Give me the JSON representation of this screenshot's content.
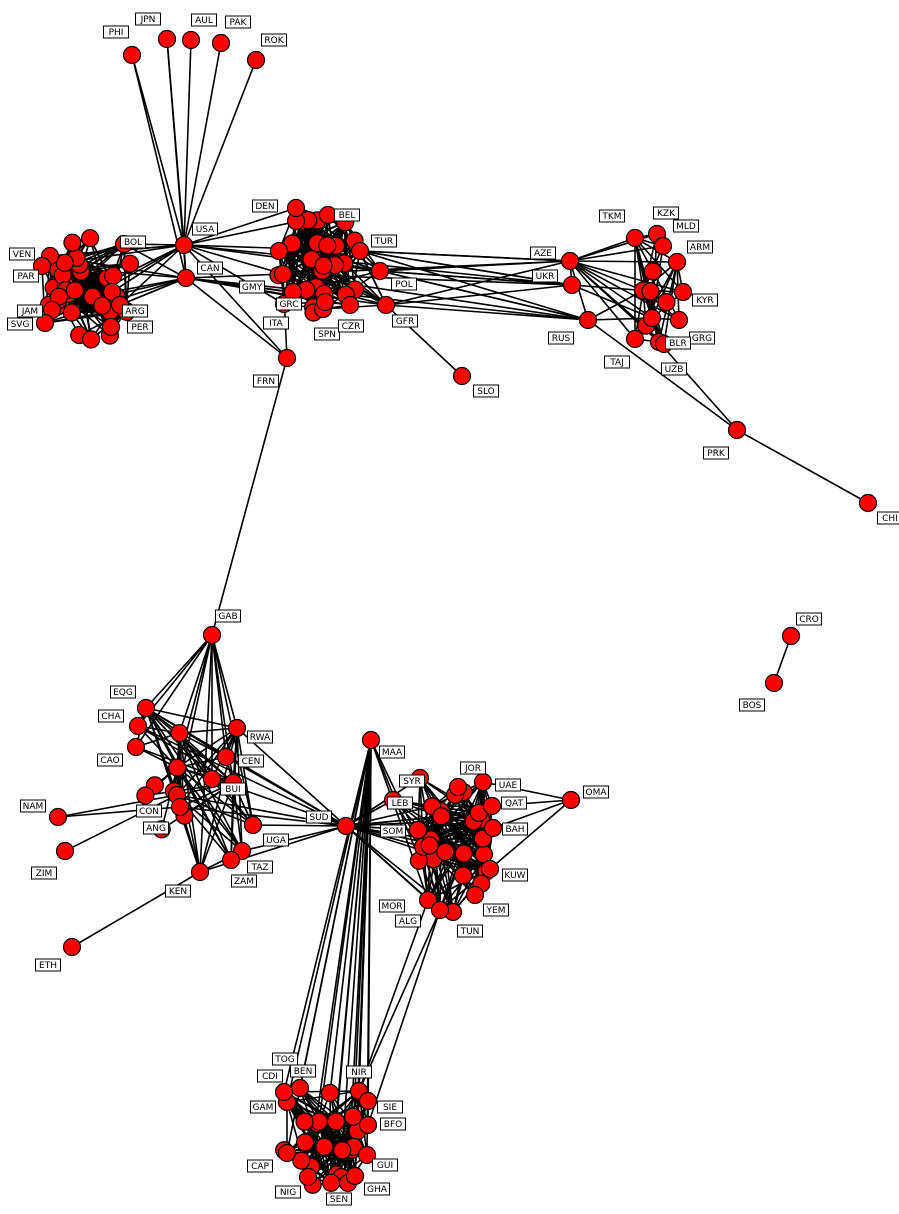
{
  "graph": {
    "type": "network",
    "node_color": "#ff0000",
    "edge_color": "#000000",
    "label_box_color": "#ffffff",
    "nodes": [
      {
        "id": "PHI",
        "label": "PHI"
      },
      {
        "id": "JPN",
        "label": "JPN"
      },
      {
        "id": "AUL",
        "label": "AUL"
      },
      {
        "id": "PAK",
        "label": "PAK"
      },
      {
        "id": "ROK",
        "label": "ROK"
      },
      {
        "id": "USA",
        "label": "USA"
      },
      {
        "id": "CAN",
        "label": "CAN"
      },
      {
        "id": "BOL",
        "label": "BOL"
      },
      {
        "id": "ARG",
        "label": "ARG"
      },
      {
        "id": "VEN",
        "label": "VEN"
      },
      {
        "id": "PER",
        "label": "PER"
      },
      {
        "id": "JAM",
        "label": "JAM"
      },
      {
        "id": "SVG",
        "label": "SVG"
      },
      {
        "id": "PAR",
        "label": "PAR"
      },
      {
        "id": "GMY",
        "label": "GMY"
      },
      {
        "id": "TUR",
        "label": "TUR"
      },
      {
        "id": "POL",
        "label": "POL"
      },
      {
        "id": "GFR",
        "label": "GFR"
      },
      {
        "id": "SPN",
        "label": "SPN"
      },
      {
        "id": "CZR",
        "label": "CZR"
      },
      {
        "id": "ITA",
        "label": "ITA"
      },
      {
        "id": "GRC",
        "label": "GRC"
      },
      {
        "id": "BEL",
        "label": "BEL"
      },
      {
        "id": "DEN",
        "label": "DEN"
      },
      {
        "id": "FRN",
        "label": "FRN"
      },
      {
        "id": "SLO",
        "label": "SLO"
      },
      {
        "id": "AZE",
        "label": "AZE"
      },
      {
        "id": "UKR",
        "label": "UKR"
      },
      {
        "id": "RUS",
        "label": "RUS"
      },
      {
        "id": "TKM",
        "label": "TKM"
      },
      {
        "id": "KZK",
        "label": "KZK"
      },
      {
        "id": "MLD",
        "label": "MLD"
      },
      {
        "id": "ARM",
        "label": "ARM"
      },
      {
        "id": "KYR",
        "label": "KYR"
      },
      {
        "id": "GRG",
        "label": "GRG"
      },
      {
        "id": "BLR",
        "label": "BLR"
      },
      {
        "id": "UZB",
        "label": "UZB"
      },
      {
        "id": "TAJ",
        "label": "TAJ"
      },
      {
        "id": "PRK",
        "label": "PRK"
      },
      {
        "id": "CHN",
        "label": "CHI"
      },
      {
        "id": "CRO",
        "label": "CRO"
      },
      {
        "id": "BOS",
        "label": "BOS"
      },
      {
        "id": "GAB",
        "label": "GAB"
      },
      {
        "id": "EQG",
        "label": "EQG"
      },
      {
        "id": "CHA",
        "label": "CHA"
      },
      {
        "id": "CAO",
        "label": "CAO"
      },
      {
        "id": "RWA",
        "label": "RWA"
      },
      {
        "id": "CEN",
        "label": "CEN"
      },
      {
        "id": "BUI",
        "label": "BUI"
      },
      {
        "id": "CON",
        "label": "CON"
      },
      {
        "id": "ANG",
        "label": "ANG"
      },
      {
        "id": "UGA",
        "label": "UGA"
      },
      {
        "id": "TAZ",
        "label": "TAZ"
      },
      {
        "id": "ZAM",
        "label": "ZAM"
      },
      {
        "id": "KEN",
        "label": "KEN"
      },
      {
        "id": "NAM",
        "label": "NAM"
      },
      {
        "id": "ZIM",
        "label": "ZIM"
      },
      {
        "id": "ETH",
        "label": "ETH"
      },
      {
        "id": "SUD",
        "label": "SUD"
      },
      {
        "id": "LEB",
        "label": "LEB"
      },
      {
        "id": "SOM",
        "label": "SOM"
      },
      {
        "id": "SYR",
        "label": "SYR"
      },
      {
        "id": "JOR",
        "label": "JOR"
      },
      {
        "id": "UAE",
        "label": "UAE"
      },
      {
        "id": "QAT",
        "label": "QAT"
      },
      {
        "id": "BAH",
        "label": "BAH"
      },
      {
        "id": "KUW",
        "label": "KUW"
      },
      {
        "id": "YEM",
        "label": "YEM"
      },
      {
        "id": "TUN",
        "label": "TUN"
      },
      {
        "id": "MOR",
        "label": "MOR"
      },
      {
        "id": "ALG",
        "label": "ALG"
      },
      {
        "id": "OMA",
        "label": "OMA"
      },
      {
        "id": "MAA",
        "label": "MAA"
      },
      {
        "id": "TOG",
        "label": "TOG"
      },
      {
        "id": "BEN",
        "label": "BEN"
      },
      {
        "id": "NIR",
        "label": "NIR"
      },
      {
        "id": "SIE",
        "label": "SIE"
      },
      {
        "id": "BFO",
        "label": "BFO"
      },
      {
        "id": "GAM",
        "label": "GAM"
      },
      {
        "id": "CAP",
        "label": "CAP"
      },
      {
        "id": "NIG",
        "label": "NIG"
      },
      {
        "id": "SEN",
        "label": "SEN"
      },
      {
        "id": "GHA",
        "label": "GHA"
      },
      {
        "id": "GUI",
        "label": "GUI"
      },
      {
        "id": "CDI",
        "label": "CDI"
      }
    ],
    "clusters": {
      "americas": [
        "BOL",
        "ARG",
        "VEN",
        "PER",
        "JAM",
        "SVG",
        "PAR"
      ],
      "europe": [
        "GMY",
        "TUR",
        "POL",
        "GFR",
        "SPN",
        "CZR",
        "ITA",
        "GRC",
        "BEL",
        "DEN"
      ],
      "former_soviet": [
        "AZE",
        "UKR",
        "RUS",
        "TKM",
        "KZK",
        "MLD",
        "ARM",
        "KYR",
        "GRG",
        "BLR",
        "UZB",
        "TAJ"
      ],
      "central_africa": [
        "GAB",
        "EQG",
        "CHA",
        "CAO",
        "RWA",
        "CEN",
        "BUI",
        "CON",
        "ANG",
        "UGA",
        "TAZ",
        "ZAM",
        "KEN"
      ],
      "arab": [
        "SUD",
        "LEB",
        "SOM",
        "SYR",
        "JOR",
        "UAE",
        "QAT",
        "BAH",
        "KUW",
        "YEM",
        "TUN",
        "MOR",
        "ALG"
      ],
      "west_africa": [
        "MAA",
        "TOG",
        "BEN",
        "NIR",
        "SIE",
        "BFO",
        "GAM",
        "CAP",
        "NIG",
        "SEN",
        "GHA",
        "GUI",
        "CDI"
      ]
    },
    "edges": [
      [
        "USA",
        "PHI"
      ],
      [
        "USA",
        "JPN"
      ],
      [
        "USA",
        "AUL"
      ],
      [
        "USA",
        "PAK"
      ],
      [
        "USA",
        "ROK"
      ],
      [
        "CAN",
        "PHI"
      ],
      [
        "CAN",
        "JPN"
      ],
      [
        "USA",
        "CAN"
      ],
      [
        "USA",
        "BOL"
      ],
      [
        "USA",
        "ARG"
      ],
      [
        "USA",
        "VEN"
      ],
      [
        "CAN",
        "BOL"
      ],
      [
        "CAN",
        "PER"
      ],
      [
        "USA",
        "GMY"
      ],
      [
        "USA",
        "TUR"
      ],
      [
        "USA",
        "POL"
      ],
      [
        "USA",
        "DEN"
      ],
      [
        "USA",
        "BEL"
      ],
      [
        "USA",
        "ITA"
      ],
      [
        "CAN",
        "GMY"
      ],
      [
        "CAN",
        "SPN"
      ],
      [
        "CAN",
        "GRC"
      ],
      [
        "CAN",
        "CZR"
      ],
      [
        "CAN",
        "GFR"
      ],
      [
        "USA",
        "FRN"
      ],
      [
        "CAN",
        "FRN"
      ],
      [
        "GMY",
        "FRN"
      ],
      [
        "TUR",
        "AZE"
      ],
      [
        "TUR",
        "UKR"
      ],
      [
        "POL",
        "UKR"
      ],
      [
        "POL",
        "RUS"
      ],
      [
        "GFR",
        "SLO"
      ],
      [
        "USA",
        "UKR"
      ],
      [
        "CAN",
        "RUS"
      ],
      [
        "RUS",
        "PRK"
      ],
      [
        "PRK",
        "CHN"
      ],
      [
        "BLR",
        "PRK"
      ],
      [
        "CRO",
        "BOS"
      ],
      [
        "FRN",
        "GAB"
      ],
      [
        "SUD",
        "BUI"
      ],
      [
        "SUD",
        "RWA"
      ],
      [
        "SUD",
        "CEN"
      ],
      [
        "SUD",
        "UGA"
      ],
      [
        "SUD",
        "CHA"
      ],
      [
        "SUD",
        "TAZ"
      ],
      [
        "SUD",
        "KEN"
      ],
      [
        "NAM",
        "CON"
      ],
      [
        "ZIM",
        "CON"
      ],
      [
        "NAM",
        "ANG"
      ],
      [
        "KEN",
        "ETH"
      ],
      [
        "LEB",
        "SUD"
      ],
      [
        "SOM",
        "SUD"
      ],
      [
        "SYR",
        "SUD"
      ],
      [
        "OMA",
        "QAT"
      ],
      [
        "OMA",
        "BAH"
      ],
      [
        "OMA",
        "UAE"
      ],
      [
        "OMA",
        "KUW"
      ],
      [
        "MAA",
        "MOR"
      ],
      [
        "MAA",
        "ALG"
      ],
      [
        "MAA",
        "TUN"
      ],
      [
        "NIR",
        "ALG"
      ],
      [
        "NIR",
        "MOR"
      ],
      [
        "BFO",
        "ALG"
      ]
    ]
  }
}
